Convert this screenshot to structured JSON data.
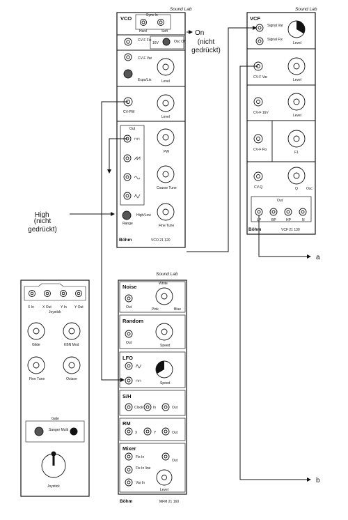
{
  "brand": {
    "logo": "Sound Lab",
    "maker": "Böhm"
  },
  "vco": {
    "title": "VCO",
    "sync_in": "Sync In",
    "hard": "Hard",
    "soft": "Soft",
    "cv_fix": "CV-F Fix",
    "x_16v": "16V",
    "osc_off": "Osc Off",
    "cv_var": "CV-F Var",
    "expo_lin": "Expo/Lin",
    "level": "Level",
    "cv_pw": "CV-PW",
    "level2": "Level",
    "out": "Out",
    "pw": "PW",
    "coarse_tune": "Coarse Tune",
    "range": "Range",
    "high_low": "High/Low",
    "fine_tune": "Fine Tune",
    "model": "VCO 21 120"
  },
  "vcf": {
    "title": "VCF",
    "signal_var": "Signal Var",
    "signal_fix": "Signal Fix",
    "level1": "Level",
    "cv_f_var": "CV-F Var",
    "level2": "Level",
    "cv_f_16v": "CV-F 16V",
    "level3": "Level",
    "cv_f_fix": "CV-F Fix",
    "f1": "F1",
    "cv_q": "CV-Q",
    "q": "Q",
    "osc": "Osc",
    "out": "Out",
    "outputs": [
      "LP",
      "BP",
      "HP",
      "N"
    ],
    "model": "VCF 21 130"
  },
  "joystick": {
    "inputs": [
      "X In",
      "X Out",
      "Y In",
      "Y Out"
    ],
    "label": "Joystick",
    "glide": "Glide",
    "kbn_mod": "KBN Mod",
    "fine_tune": "Fine Tune",
    "octave": "Octave",
    "gate": "Gate",
    "gate_sub": "Sanger Multi",
    "joystick": "Joystick"
  },
  "mfm": {
    "noise": "Noise",
    "white": "White",
    "out": "Out",
    "pink": "Pink",
    "blue": "Blue",
    "random": "Random",
    "r_out": "Out",
    "speed": "Speed",
    "lfo": "LFO",
    "lfo_speed": "Speed",
    "sh": "S/H",
    "clock": "Clock",
    "in": "In",
    "sh_out": "Out",
    "rm": "RM",
    "x": "X",
    "y": "Y",
    "rm_out": "Out",
    "mixer": "Mixer",
    "fix_in": "Fix In",
    "fix_in_line": "Fix In line",
    "var_in": "Var In",
    "mix_out": "Out",
    "mix_level": "Level",
    "model": "MFM 21 160"
  },
  "annotations": {
    "on": "On",
    "on_note_l1": "(nicht",
    "on_note_l2": "gedrückt)",
    "high": "High",
    "high_note_l1": "(nicht",
    "high_note_l2": "gedrückt)",
    "a": "a",
    "b": "b"
  }
}
